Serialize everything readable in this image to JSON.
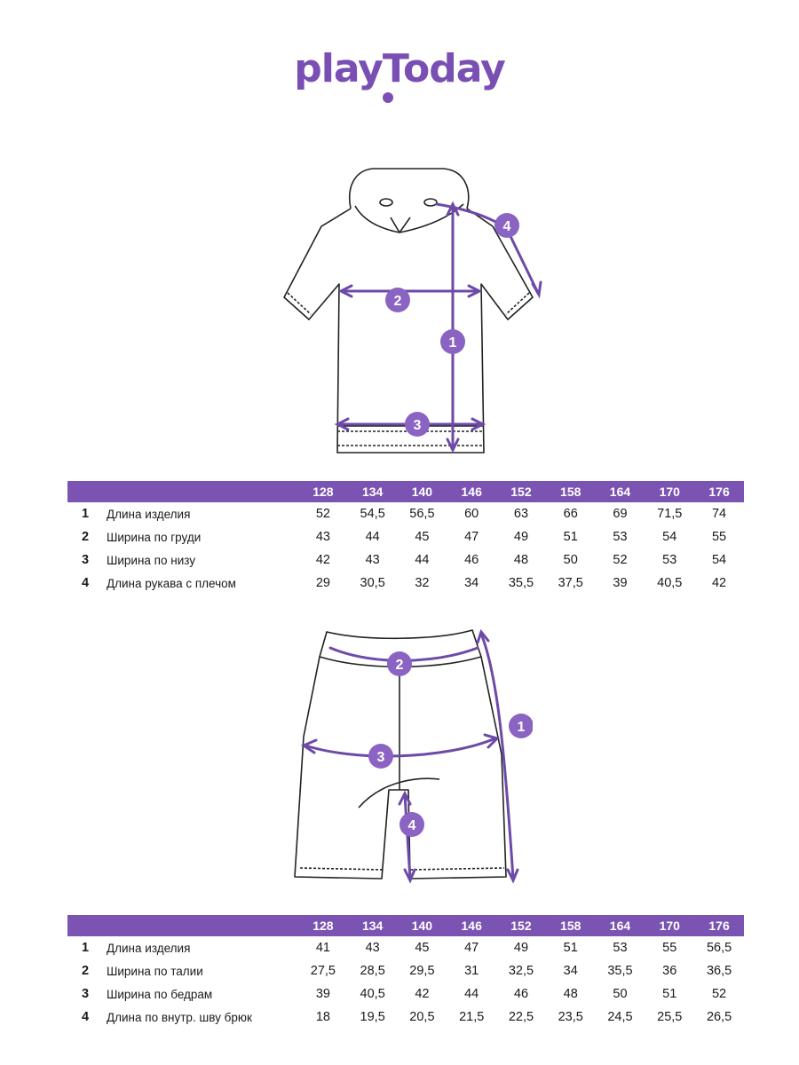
{
  "brand": {
    "name": "playToday"
  },
  "colors": {
    "accent": "#7b54b3",
    "badge_fill": "#8a63c3",
    "line": "#6d4aa8"
  },
  "top_figure": {
    "badges": [
      "1",
      "2",
      "3",
      "4"
    ]
  },
  "bottom_figure": {
    "badges": [
      "1",
      "2",
      "3",
      "4"
    ]
  },
  "top_table": {
    "sizes": [
      "128",
      "134",
      "140",
      "146",
      "152",
      "158",
      "164",
      "170",
      "176"
    ],
    "rows": [
      {
        "num": "1",
        "name": "Длина изделия",
        "values": [
          "52",
          "54,5",
          "56,5",
          "60",
          "63",
          "66",
          "69",
          "71,5",
          "74"
        ]
      },
      {
        "num": "2",
        "name": "Ширина по груди",
        "values": [
          "43",
          "44",
          "45",
          "47",
          "49",
          "51",
          "53",
          "54",
          "55"
        ]
      },
      {
        "num": "3",
        "name": "Ширина по низу",
        "values": [
          "42",
          "43",
          "44",
          "46",
          "48",
          "50",
          "52",
          "53",
          "54"
        ]
      },
      {
        "num": "4",
        "name": "Длина рукава с плечом",
        "values": [
          "29",
          "30,5",
          "32",
          "34",
          "35,5",
          "37,5",
          "39",
          "40,5",
          "42"
        ]
      }
    ]
  },
  "bottom_table": {
    "sizes": [
      "128",
      "134",
      "140",
      "146",
      "152",
      "158",
      "164",
      "170",
      "176"
    ],
    "rows": [
      {
        "num": "1",
        "name": "Длина изделия",
        "values": [
          "41",
          "43",
          "45",
          "47",
          "49",
          "51",
          "53",
          "55",
          "56,5"
        ]
      },
      {
        "num": "2",
        "name": "Ширина по талии",
        "values": [
          "27,5",
          "28,5",
          "29,5",
          "31",
          "32,5",
          "34",
          "35,5",
          "36",
          "36,5"
        ]
      },
      {
        "num": "3",
        "name": "Ширина по бедрам",
        "values": [
          "39",
          "40,5",
          "42",
          "44",
          "46",
          "48",
          "50",
          "51",
          "52"
        ]
      },
      {
        "num": "4",
        "name": "Длина по внутр. шву брюк",
        "values": [
          "18",
          "19,5",
          "20,5",
          "21,5",
          "22,5",
          "23,5",
          "24,5",
          "25,5",
          "26,5"
        ]
      }
    ]
  }
}
